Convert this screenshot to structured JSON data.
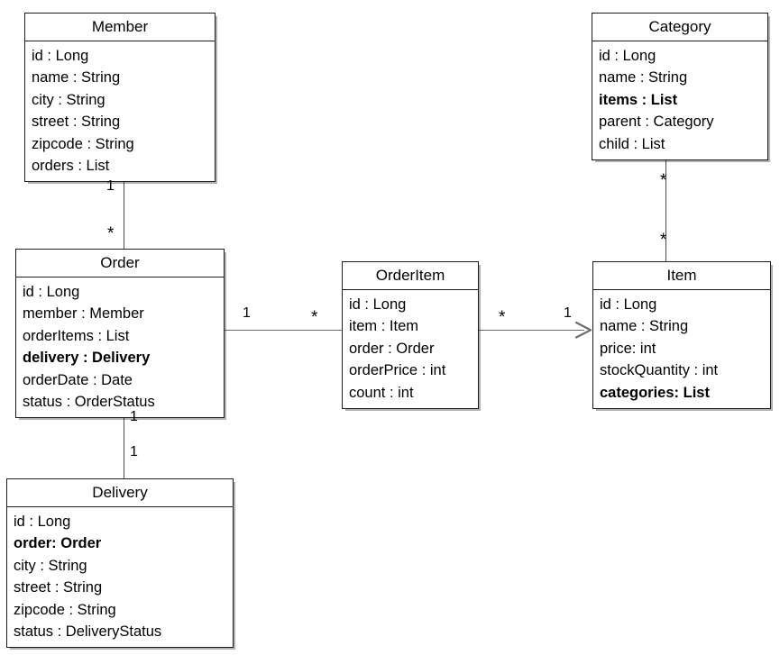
{
  "diagram": {
    "title": "Domain model class diagram",
    "type": "uml-class-diagram",
    "line_color": "#4d4d4d",
    "box_border_color": "#1a1a1a",
    "background": "#ffffff"
  },
  "classes": {
    "member": {
      "name": "Member",
      "attributes": [
        {
          "text": "id : Long",
          "bold": false
        },
        {
          "text": "name : String",
          "bold": false
        },
        {
          "text": "city : String",
          "bold": false
        },
        {
          "text": "street : String",
          "bold": false
        },
        {
          "text": "zipcode : String",
          "bold": false
        },
        {
          "text": "orders : List",
          "bold": false
        }
      ]
    },
    "order": {
      "name": "Order",
      "attributes": [
        {
          "text": "id : Long",
          "bold": false
        },
        {
          "text": "member : Member",
          "bold": false
        },
        {
          "text": "orderItems : List",
          "bold": false
        },
        {
          "text": "delivery : Delivery",
          "bold": true
        },
        {
          "text": "orderDate : Date",
          "bold": false
        },
        {
          "text": "status : OrderStatus",
          "bold": false
        }
      ]
    },
    "delivery": {
      "name": "Delivery",
      "attributes": [
        {
          "text": "id : Long",
          "bold": false
        },
        {
          "text": "order: Order",
          "bold": true
        },
        {
          "text": "city : String",
          "bold": false
        },
        {
          "text": "street : String",
          "bold": false
        },
        {
          "text": "zipcode : String",
          "bold": false
        },
        {
          "text": "status : DeliveryStatus",
          "bold": false
        }
      ]
    },
    "orderitem": {
      "name": "OrderItem",
      "attributes": [
        {
          "text": "id : Long",
          "bold": false
        },
        {
          "text": "item : Item",
          "bold": false
        },
        {
          "text": "order : Order",
          "bold": false
        },
        {
          "text": "orderPrice : int",
          "bold": false
        },
        {
          "text": "count : int",
          "bold": false
        }
      ]
    },
    "item": {
      "name": "Item",
      "attributes": [
        {
          "text": "id : Long",
          "bold": false
        },
        {
          "text": "name : String",
          "bold": false
        },
        {
          "text": "price: int",
          "bold": false
        },
        {
          "text": "stockQuantity : int",
          "bold": false
        },
        {
          "text": "categories: List",
          "bold": true
        }
      ]
    },
    "category": {
      "name": "Category",
      "attributes": [
        {
          "text": "id : Long",
          "bold": false
        },
        {
          "text": "name : String",
          "bold": false
        },
        {
          "text": "items : List",
          "bold": true
        },
        {
          "text": "parent : Category",
          "bold": false
        },
        {
          "text": "child : List",
          "bold": false
        }
      ]
    }
  },
  "associations": {
    "member_order": {
      "from": "Member",
      "to": "Order",
      "from_multiplicity": "1",
      "to_multiplicity": "*",
      "arrow": false
    },
    "order_orderitem": {
      "from": "Order",
      "to": "OrderItem",
      "from_multiplicity": "1",
      "to_multiplicity": "*",
      "arrow": false
    },
    "orderitem_item": {
      "from": "OrderItem",
      "to": "Item",
      "from_multiplicity": "*",
      "to_multiplicity": "1",
      "arrow": true
    },
    "category_item": {
      "from": "Category",
      "to": "Item",
      "from_multiplicity": "*",
      "to_multiplicity": "*",
      "arrow": false
    },
    "order_delivery": {
      "from": "Order",
      "to": "Delivery",
      "from_multiplicity": "1",
      "to_multiplicity": "1",
      "arrow": false
    }
  }
}
